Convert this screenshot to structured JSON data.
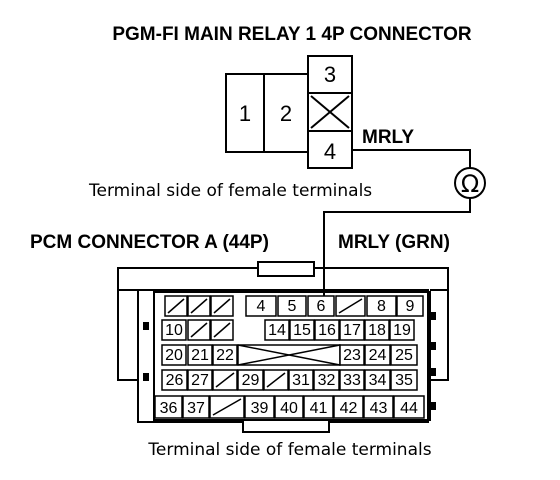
{
  "relay": {
    "title": "PGM-FI MAIN RELAY 1 4P CONNECTOR",
    "caption": "Terminal side of female terminals",
    "wire_label": "MRLY",
    "pins": [
      "1",
      "2",
      "3",
      "4"
    ]
  },
  "meter": {
    "symbol": "Ω"
  },
  "pcm": {
    "title": "PCM CONNECTOR A (44P)",
    "wire_label": "MRLY (GRN)",
    "caption": "Terminal side of female terminals",
    "rows": [
      [
        "/",
        "/",
        "/",
        "4",
        "5",
        "6",
        "/",
        "8",
        "9"
      ],
      [
        "10",
        "/",
        "/",
        "14",
        "15",
        "16",
        "17",
        "18",
        "19"
      ],
      [
        "20",
        "21",
        "22",
        "X",
        "X",
        "X",
        "23",
        "24",
        "25"
      ],
      [
        "26",
        "27",
        "/",
        "29",
        "/",
        "31",
        "32",
        "33",
        "34",
        "35"
      ],
      [
        "36",
        "37",
        "/",
        "39",
        "40",
        "41",
        "42",
        "43",
        "44"
      ]
    ]
  }
}
